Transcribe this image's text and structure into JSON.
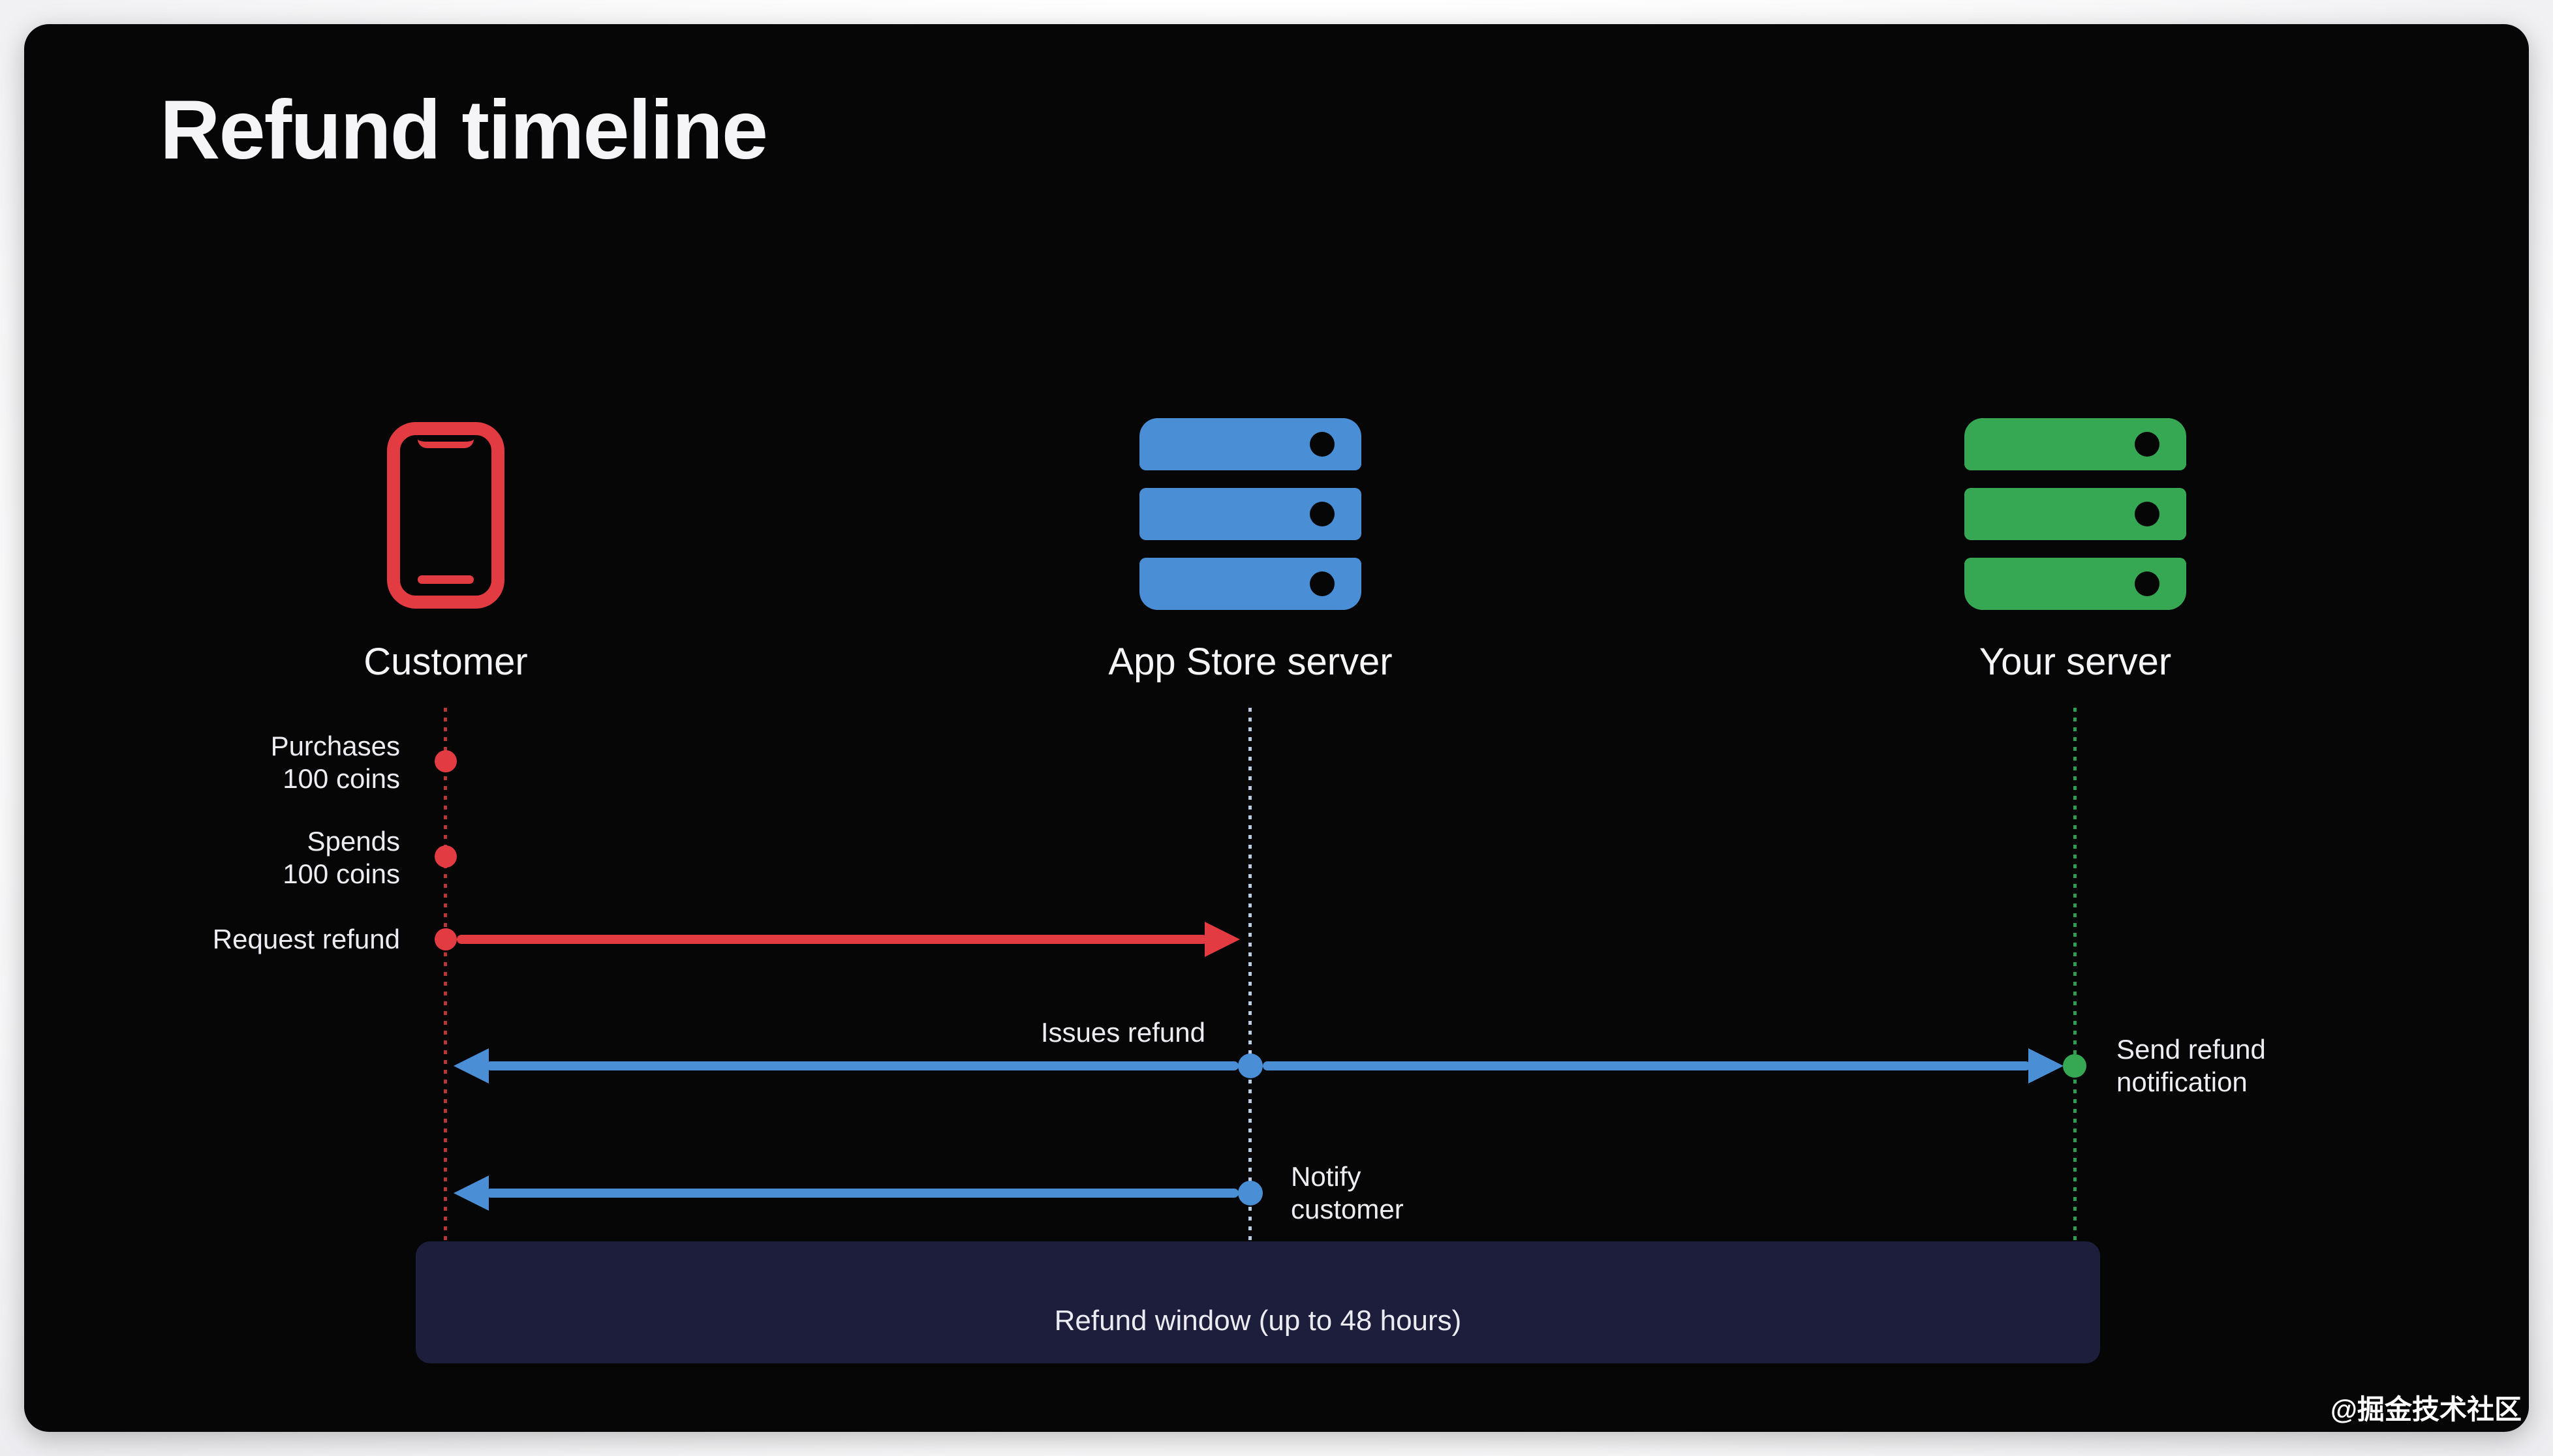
{
  "title": "Refund timeline",
  "watermark": "@掘金技术社区",
  "colors": {
    "page_bg": "#ffffff",
    "slide_bg": "#060606",
    "customer_red": "#e23b41",
    "app_store_blue": "#4a8ed6",
    "your_server_green": "#36a853",
    "refund_window_bg": "#1d1d3c",
    "text": "#f5f5f7"
  },
  "actors": {
    "customer": {
      "label": "Customer",
      "icon": "iphone-icon"
    },
    "app_store": {
      "label": "App Store server",
      "icon": "server-icon"
    },
    "your_server": {
      "label": "Your server",
      "icon": "server-icon"
    }
  },
  "events": {
    "purchases": {
      "line1": "Purchases",
      "line2": "100 coins"
    },
    "spends": {
      "line1": "Spends",
      "line2": "100 coins"
    },
    "request_refund": {
      "label": "Request refund"
    },
    "issues_refund": {
      "label": "Issues refund"
    },
    "send_notification": {
      "line1": "Send refund",
      "line2": "notification"
    },
    "notify_customer": {
      "line1": "Notify",
      "line2": "customer"
    },
    "refund_window": {
      "label": "Refund window (up to 48 hours)"
    }
  }
}
